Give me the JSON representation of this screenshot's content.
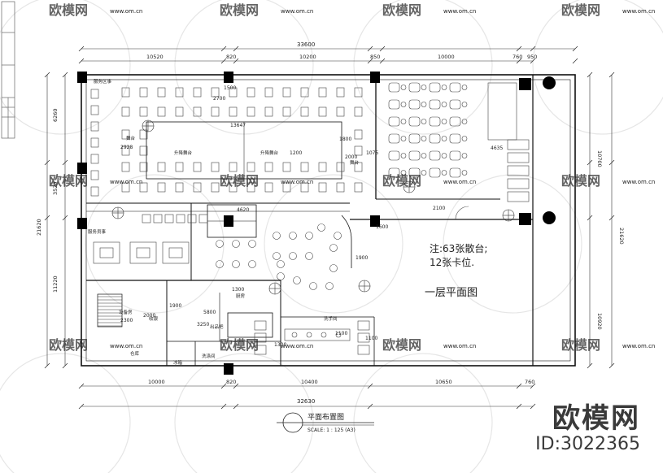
{
  "drawing": {
    "dims_top_total": "33600",
    "dims_top": [
      "10520",
      "820",
      "10200",
      "850",
      "10000",
      "760",
      "950"
    ],
    "dims_bottom": [
      "10000",
      "820",
      "10400",
      "10650",
      "760"
    ],
    "dims_bottom_total": "32630",
    "dims_left": [
      "6260",
      "3520",
      "11220",
      "21620"
    ],
    "dims_right": [
      "10700",
      "10920",
      "21620"
    ],
    "inner_dims": [
      "1500",
      "13647",
      "1800",
      "2000",
      "1075",
      "1200",
      "4635",
      "2100",
      "1600",
      "1900",
      "2000",
      "1300",
      "1100",
      "1300",
      "1100",
      "5800",
      "3250",
      "1900",
      "2300",
      "4620",
      "2928",
      "2700"
    ],
    "rooms": [
      "服务区事",
      "升降舞台",
      "升降舞台",
      "舞台",
      "舞台",
      "服务员事",
      "设备房",
      "收银",
      "仓库",
      "出品吧",
      "洗涤间",
      "洗手间",
      "冰箱",
      "厨房"
    ],
    "note_line1": "注:63张散台;",
    "note_line2": "12张卡位.",
    "floor_title": "一层平面图",
    "plan_title": "平面布置图",
    "plan_scale": "SCALE: 1 : 125 (A3)"
  },
  "watermark": {
    "brand": "欧模网",
    "url": "www.om.cn"
  },
  "brand": {
    "name": "欧模网",
    "id": "ID:3022365"
  }
}
